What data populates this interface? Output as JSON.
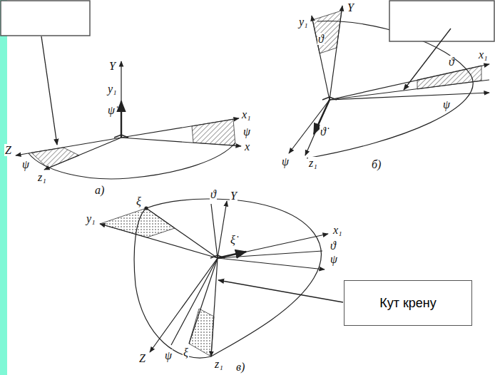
{
  "diagram": {
    "nodes": [
      {
        "text": [
          "Кут крену"
        ]
      }
    ],
    "labels": [
      "Y",
      "y₁",
      "ψ̇",
      "x₁",
      "ψ",
      "x",
      "Z",
      "ψ",
      "z₁",
      "а)",
      "Y",
      "y₁",
      "ϑ",
      "ϑ",
      "x₁",
      "ψ",
      "ϑ̇",
      "ψ",
      "z₁",
      "б)",
      "y₁",
      "ξ",
      "ϑ",
      "Y",
      "ξ̇",
      "x₁",
      "ϑ",
      "ψ",
      "Z",
      "ψ",
      "ξ",
      "z₁",
      "в)"
    ]
  }
}
